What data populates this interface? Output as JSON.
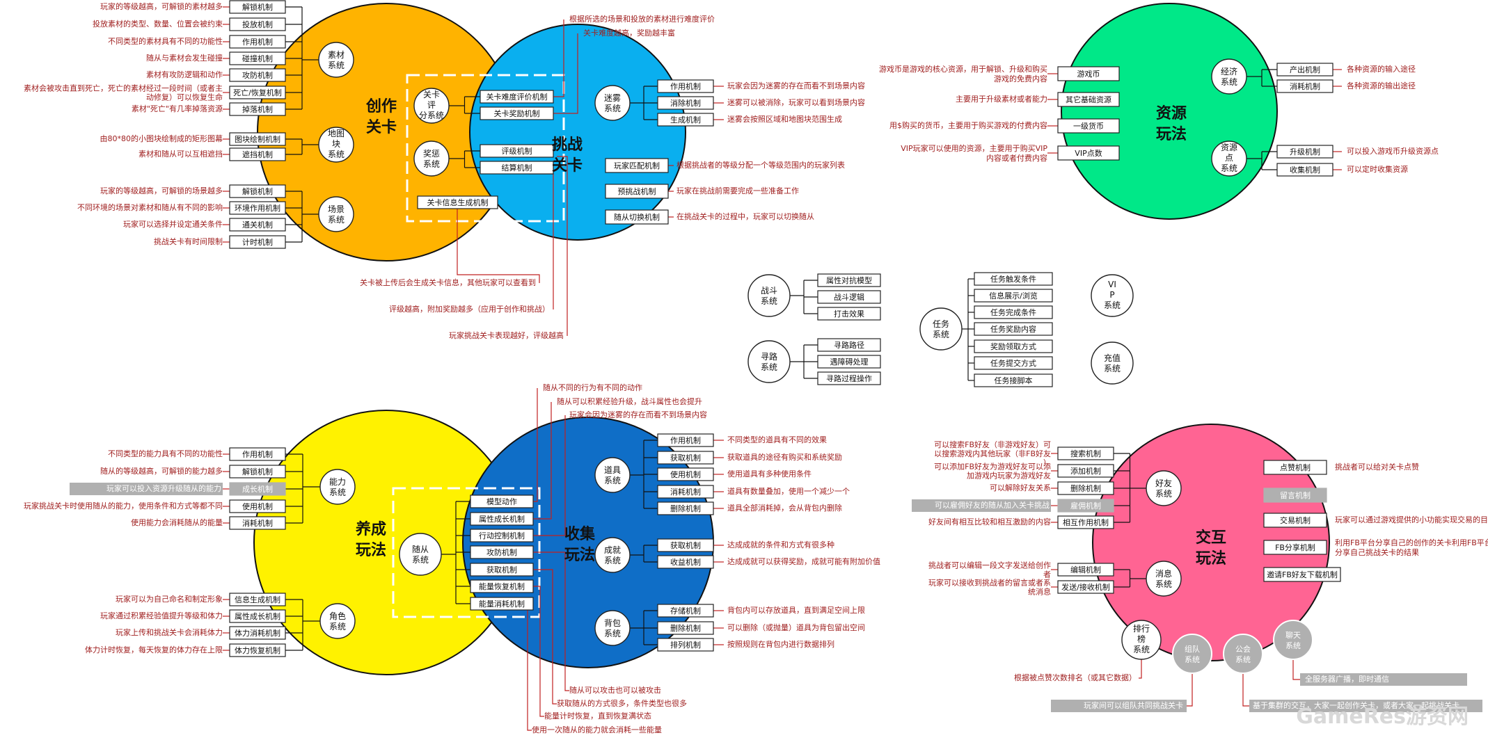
{
  "colors": {
    "create": "#FFB300",
    "challenge": "#0AAFEF",
    "resource": "#00E888",
    "cultivate": "#FFF200",
    "collect": "#0F6EC7",
    "interact": "#FF6493",
    "note": "#A02020",
    "gray": "#B0B0B0"
  },
  "create": {
    "title": "创作关卡",
    "subs": [
      {
        "label": "素材系统",
        "items": [
          {
            "label": "解锁机制",
            "note": "玩家的等级越高，可解锁的素材越多"
          },
          {
            "label": "投放机制",
            "note": "投放素材的类型、数量、位置会被约束"
          },
          {
            "label": "作用机制",
            "note": "不同类型的素材具有不同的功能性"
          },
          {
            "label": "碰撞机制",
            "note": "随从与素材会发生碰撞"
          },
          {
            "label": "攻防机制",
            "note": "素材有攻防逻辑和动作"
          },
          {
            "label": "死亡/恢复机制",
            "note": "素材会被攻击直到死亡，死亡的素材经过一段时间（或者主动修复）可以恢复生命"
          },
          {
            "label": "掉落机制",
            "note": "素材\"死亡\"有几率掉落资源"
          }
        ]
      },
      {
        "label": "地图块系统",
        "items": [
          {
            "label": "图块绘制机制",
            "note": "由80*80的小图块绘制成的矩形图幕"
          },
          {
            "label": "遮挡机制",
            "note": "素材和随从可以互相遮挡"
          }
        ]
      },
      {
        "label": "场景系统",
        "items": [
          {
            "label": "解锁机制",
            "note": "玩家的等级越高，可解锁的场景越多"
          },
          {
            "label": "环境作用机制",
            "note": "不同环境的场景对素材和随从有不同的影响"
          },
          {
            "label": "通关机制",
            "note": "玩家可以选择并设定通关条件"
          },
          {
            "label": "计时机制",
            "note": "挑战关卡有时间限制"
          }
        ]
      }
    ],
    "shared": [
      {
        "label": "关卡评分系统",
        "items": [
          "关卡难度评价机制",
          "关卡奖励机制"
        ]
      },
      {
        "label": "奖惩系统",
        "items": [
          "评级机制",
          "结算机制"
        ]
      }
    ],
    "info_box": "关卡信息生成机制",
    "bottom_notes": [
      "关卡被上传后会生成关卡信息，其他玩家可以查看到",
      "评级越高，附加奖励越多（应用于创作和挑战）",
      "玩家挑战关卡表现越好，评级越高"
    ],
    "top_notes": [
      "根据所选的场景和投放的素材进行难度评价",
      "关卡难度越高，奖励越丰富"
    ]
  },
  "challenge": {
    "title": "挑战关卡",
    "subs": [
      {
        "label": "迷雾系统",
        "items": [
          {
            "label": "作用机制",
            "note": "玩家会因为迷雾的存在而看不到场景内容"
          },
          {
            "label": "消除机制",
            "note": "迷雾可以被消除，玩家可以看到场景内容"
          },
          {
            "label": "生成机制",
            "note": "迷雾会按照区域和地图块范围生成"
          }
        ]
      }
    ],
    "items": [
      {
        "label": "玩家匹配机制",
        "note": "根据挑战者的等级分配一个等级范围内的玩家列表"
      },
      {
        "label": "预挑战机制",
        "note": "玩家在挑战前需要完成一些准备工作"
      },
      {
        "label": "随从切换机制",
        "note": "在挑战关卡的过程中，玩家可以切换随从"
      }
    ]
  },
  "resource": {
    "title": "资源玩法",
    "left": [
      {
        "label": "游戏币",
        "note": "游戏币是游戏的核心资源，用于解锁、升级和购买游戏的免费内容"
      },
      {
        "label": "其它基础资源",
        "note": "主要用于升级素材或者能力"
      },
      {
        "label": "一级货币",
        "note": "用$购买的货币，主要用于购买游戏的付费内容"
      },
      {
        "label": "VIP点数",
        "note": "VIP玩家可以使用的资源，主要用于购买VIP内容或者付费内容"
      }
    ],
    "subs": [
      {
        "label": "经济系统",
        "items": [
          {
            "label": "产出机制",
            "note": "各种资源的输入途径"
          },
          {
            "label": "消耗机制",
            "note": "各种资源的输出途径"
          }
        ]
      },
      {
        "label": "资源点系统",
        "items": [
          {
            "label": "升级机制",
            "note": "可以投入游戏币升级资源点"
          },
          {
            "label": "收集机制",
            "note": "可以定时收集资源"
          }
        ]
      }
    ]
  },
  "middle": {
    "battle": {
      "label": "战斗系统",
      "items": [
        "属性对抗模型",
        "战斗逻辑",
        "打击效果"
      ]
    },
    "path": {
      "label": "寻路系统",
      "items": [
        "寻路路径",
        "遇障碍处理",
        "寻路过程操作"
      ]
    },
    "task": {
      "label": "任务系统",
      "items": [
        "任务触发条件",
        "信息展示/浏览",
        "任务完成条件",
        "任务奖励内容",
        "奖励领取方式",
        "任务提交方式",
        "任务接脚本"
      ]
    },
    "vip": "VIP系统",
    "recharge": "充值系统"
  },
  "cultivate": {
    "title": "养成玩法",
    "subs": [
      {
        "label": "能力系统",
        "items": [
          {
            "label": "作用机制",
            "note": "不同类型的能力具有不同的功能性",
            "gray": false
          },
          {
            "label": "解锁机制",
            "note": "随从的等级越高，可解锁的能力越多",
            "gray": false
          },
          {
            "label": "成长机制",
            "note": "玩家可以投入资源升级随从的能力",
            "gray": true
          },
          {
            "label": "使用机制",
            "note": "玩家挑战关卡时使用随从的能力，使用条件和方式等都不同",
            "gray": false
          },
          {
            "label": "消耗机制",
            "note": "使用能力会消耗随从的能量",
            "gray": false
          }
        ]
      },
      {
        "label": "角色系统",
        "items": [
          {
            "label": "信息生成机制",
            "note": "玩家可以为自己命名和制定形象",
            "gray": false
          },
          {
            "label": "属性成长机制",
            "note": "玩家通过积累经验值提升等级和体力",
            "gray": false
          },
          {
            "label": "体力消耗机制",
            "note": "玩家上传和挑战关卡会消耗体力",
            "gray": false
          },
          {
            "label": "体力恢复机制",
            "note": "体力计时恢复，每天恢复的体力存在上限",
            "gray": false
          }
        ]
      }
    ],
    "shared": {
      "label": "随从系统",
      "items": [
        "模型动作",
        "属性成长机制",
        "行动控制机制",
        "攻防机制",
        "获取机制",
        "能量恢复机制",
        "能量消耗机制"
      ]
    },
    "top_notes": [
      "随从不同的行为有不同的动作",
      "随从可以积累经验升级，战斗属性也会提升",
      "玩家会因为迷雾的存在而看不到场景内容"
    ],
    "bottom_notes": [
      "随从可以攻击也可以被攻击",
      "获取随从的方式很多，条件类型也很多",
      "能量计时恢复，直到恢复满状态",
      "使用一次随从的能力就会消耗一些能量"
    ]
  },
  "collect": {
    "title": "收集玩法",
    "subs": [
      {
        "label": "道具系统",
        "items": [
          {
            "label": "作用机制",
            "note": "不同类型的道具有不同的效果"
          },
          {
            "label": "获取机制",
            "note": "获取道具的途径有购买和系统奖励"
          },
          {
            "label": "使用机制",
            "note": "使用道具有多种使用条件"
          },
          {
            "label": "消耗机制",
            "note": "道具有数量叠加，使用一个减少一个"
          },
          {
            "label": "删除机制",
            "note": "道具全部消耗掉，会从背包内删除"
          }
        ]
      },
      {
        "label": "成就系统",
        "items": [
          {
            "label": "获取机制",
            "note": "达成成就的条件和方式有很多种"
          },
          {
            "label": "收益机制",
            "note": "达成成就可以获得奖励，成就可能有附加价值"
          }
        ]
      },
      {
        "label": "背包系统",
        "items": [
          {
            "label": "存储机制",
            "note": "背包内可以存放道具，直到满足空间上限"
          },
          {
            "label": "删除机制",
            "note": "可以删除（或抛量）道具为背包留出空间"
          },
          {
            "label": "排列机制",
            "note": "按照规则在背包内进行数据排列"
          }
        ]
      }
    ]
  },
  "interact": {
    "title": "交互玩法",
    "subs": [
      {
        "label": "好友系统",
        "items": [
          {
            "label": "搜索机制",
            "note": "可以搜索FB好友（非游戏好友）可以搜索游戏内其他玩家（非FB好友）",
            "gray": false
          },
          {
            "label": "添加机制",
            "note": "可以添加FB好友为游戏好友可以添加游戏内玩家为游戏好友",
            "gray": false
          },
          {
            "label": "删除机制",
            "note": "可以解除好友关系",
            "gray": false
          },
          {
            "label": "雇佣机制",
            "note": "可以雇佣好友的随从加入关卡挑战",
            "gray": true
          },
          {
            "label": "相互作用机制",
            "note": "好友间有相互比较和相互激励的内容",
            "gray": false
          }
        ]
      },
      {
        "label": "消息系统",
        "items": [
          {
            "label": "编辑机制",
            "note": "挑战者可以编辑一段文字发送给创作者",
            "gray": false
          },
          {
            "label": "发送/接收机制",
            "note": "玩家可以接收到挑战者的留言或者系统消息",
            "gray": false
          }
        ]
      }
    ],
    "right_items": [
      {
        "label": "点赞机制",
        "note": "挑战者可以给对关卡点赞",
        "gray": false
      },
      {
        "label": "留言机制",
        "note": "",
        "gray": true
      },
      {
        "label": "交易机制",
        "note": "玩家可以通过游戏提供的小功能实现交易的目的",
        "gray": false
      },
      {
        "label": "FB分享机制",
        "note": "利用FB平台分享自己的创作的关卡利用FB平台分享自己挑战关卡的结果",
        "gray": false
      },
      {
        "label": "邀请FB好友下载机制",
        "note": "",
        "gray": false
      }
    ],
    "bottom": [
      {
        "label": "排行榜系统",
        "note": "根据被点赞次数排名（或其它数据）",
        "gray": false
      },
      {
        "label": "组队系统",
        "note": "玩家间可以组队共同挑战关卡",
        "gray": true
      },
      {
        "label": "公会系统",
        "note": "基于集群的交互，大家一起创作关卡，或者大家一起挑战关卡",
        "gray": true
      },
      {
        "label": "聊天系统",
        "note": "全服务器广播，即时通信",
        "gray": true
      }
    ]
  },
  "watermark": "GameRes游资网"
}
